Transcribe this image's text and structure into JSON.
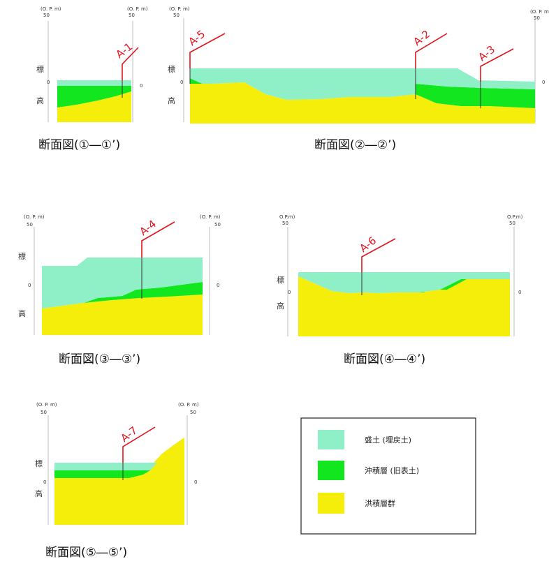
{
  "colors": {
    "fill_soil": "#8ff0c8",
    "alluvium": "#11e61e",
    "diluvium": "#f5ee0b",
    "marker": "#e0141e",
    "axis": "#bdbdbd"
  },
  "axis": {
    "unit_paren": "(O. P. m)",
    "unit_plain": "O.P.m)",
    "top_value": "50",
    "zero_value": "0",
    "side_char_top": "標",
    "side_char_bottom": "高"
  },
  "sections": [
    {
      "caption": "断面図(①―①’)",
      "boreholes": [
        "A-1"
      ]
    },
    {
      "caption": "断面図(②―②’)",
      "boreholes": [
        "A-5",
        "A-2",
        "A-3"
      ]
    },
    {
      "caption": "断面図(③―③’)",
      "boreholes": [
        "A-4"
      ]
    },
    {
      "caption": "断面図(④―④’)",
      "boreholes": [
        "A-6"
      ]
    },
    {
      "caption": "断面図(⑤―⑤’)",
      "boreholes": [
        "A-7"
      ]
    }
  ],
  "legend": [
    {
      "label": "盛土 (埋戻土)",
      "color_key": "fill_soil"
    },
    {
      "label": "沖積層 (旧表土)",
      "color_key": "alluvium"
    },
    {
      "label": "洪積層群",
      "color_key": "diluvium"
    }
  ]
}
